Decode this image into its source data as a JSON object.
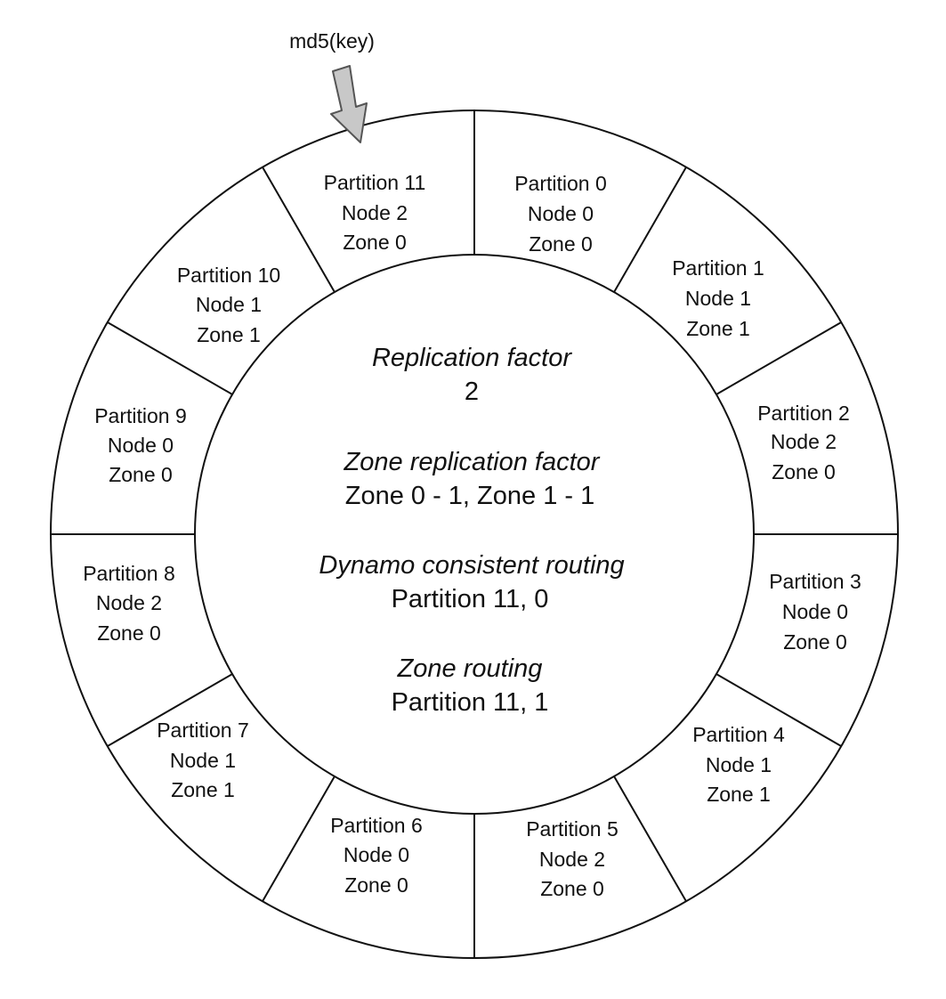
{
  "arrow": {
    "caption": "md5(key)"
  },
  "partitions": [
    {
      "partition": "Partition 0",
      "node": "Node 0",
      "zone": "Zone 0"
    },
    {
      "partition": "Partition 1",
      "node": "Node 1",
      "zone": "Zone 1"
    },
    {
      "partition": "Partition 2",
      "node": "Node 2",
      "zone": "Zone 0"
    },
    {
      "partition": "Partition 3",
      "node": "Node 0",
      "zone": "Zone 0"
    },
    {
      "partition": "Partition 4",
      "node": "Node 1",
      "zone": "Zone 1"
    },
    {
      "partition": "Partition 5",
      "node": "Node 2",
      "zone": "Zone 0"
    },
    {
      "partition": "Partition 6",
      "node": "Node 0",
      "zone": "Zone 0"
    },
    {
      "partition": "Partition 7",
      "node": "Node 1",
      "zone": "Zone 1"
    },
    {
      "partition": "Partition 8",
      "node": "Node 2",
      "zone": "Zone 0"
    },
    {
      "partition": "Partition 9",
      "node": "Node 0",
      "zone": "Zone 0"
    },
    {
      "partition": "Partition 10",
      "node": "Node 1",
      "zone": "Zone 1"
    },
    {
      "partition": "Partition 11",
      "node": "Node 2",
      "zone": "Zone 0"
    }
  ],
  "center": {
    "replication_heading": "Replication factor",
    "replication_value": "2",
    "zone_replication_heading": "Zone replication factor",
    "zone_replication_value": "Zone 0 - 1, Zone 1 - 1",
    "dynamo_heading": "Dynamo consistent routing",
    "dynamo_value": "Partition 11, 0",
    "zone_routing_heading": "Zone routing",
    "zone_routing_value": "Partition 11, 1"
  },
  "colors": {
    "stroke": "#111111",
    "arrow_fill": "#c8c8c8",
    "arrow_stroke": "#555555"
  }
}
